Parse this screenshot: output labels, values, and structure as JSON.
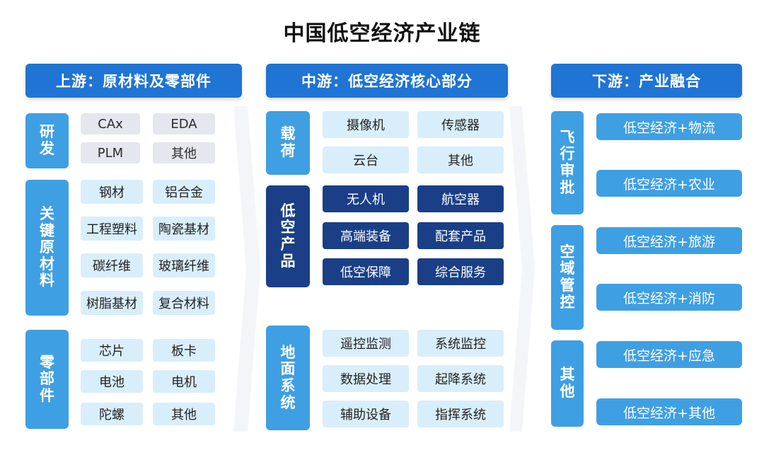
{
  "title": "中国低空经济产业链",
  "upstream": {
    "header": "上游：原材料及零部件",
    "groups": [
      {
        "label": "研发",
        "items": [
          "CAx",
          "EDA",
          "PLM",
          "其他"
        ]
      },
      {
        "label": "关键原材料",
        "items": [
          "钢材",
          "铝合金",
          "工程塑料",
          "陶瓷基材",
          "碳纤维",
          "玻璃纤维",
          "树脂基材",
          "复合材料"
        ]
      },
      {
        "label": "零部件",
        "items": [
          "芯片",
          "板卡",
          "电池",
          "电机",
          "陀螺",
          "其他"
        ]
      }
    ]
  },
  "midstream": {
    "header": "中游：低空经济核心部分",
    "groups": [
      {
        "label": "载荷",
        "items": [
          "摄像机",
          "传感器",
          "云台",
          "其他"
        ]
      },
      {
        "label": "低空产品",
        "items": [
          "无人机",
          "航空器",
          "高端装备",
          "配套产品",
          "低空保障",
          "综合服务"
        ]
      },
      {
        "label": "地面系统",
        "items": [
          "遥控监测",
          "系统监控",
          "数据处理",
          "起降系统",
          "辅助设备",
          "指挥系统"
        ]
      }
    ]
  },
  "downstream": {
    "header": "下游：产业融合",
    "groups": [
      {
        "label": "飞行审批",
        "items": [
          "低空经济+物流",
          "低空经济+农业"
        ]
      },
      {
        "label": "空域管控",
        "items": [
          "低空经济+旅游",
          "低空经济+消防"
        ]
      },
      {
        "label": "其他",
        "items": [
          "低空经济+应急",
          "低空经济+其他"
        ]
      }
    ]
  },
  "colors": {
    "header": "#1f74d4",
    "light_blue": "#3f9fe3",
    "dark_blue": "#1a3f87",
    "gray_cell": "#e5e7ee",
    "pale_cell": "#d9eefb"
  }
}
